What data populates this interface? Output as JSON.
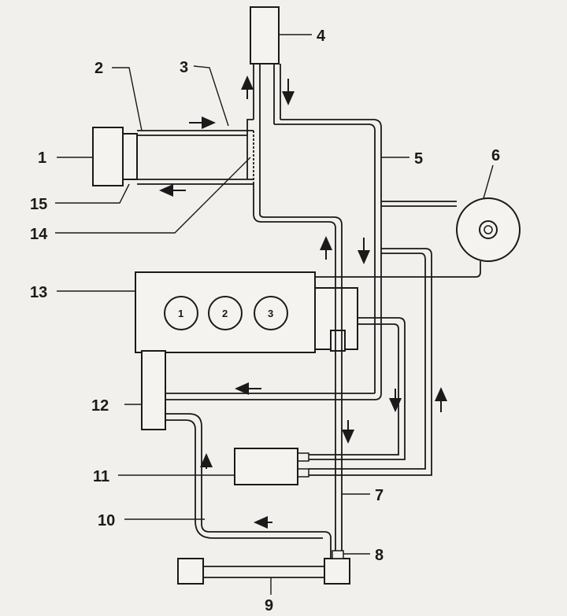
{
  "callouts": {
    "c1": "1",
    "c2": "2",
    "c3": "3",
    "c4": "4",
    "c5": "5",
    "c6": "6",
    "c7": "7",
    "c8": "8",
    "c9": "9",
    "c10": "10",
    "c11": "11",
    "c12": "12",
    "c13": "13",
    "c14": "14",
    "c15": "15"
  },
  "cylinders": [
    "1",
    "2",
    "3"
  ],
  "colors": {
    "ink": "#1a1a1a",
    "paper": "#f2f0ec",
    "part_fill": "#f4f3f0"
  }
}
